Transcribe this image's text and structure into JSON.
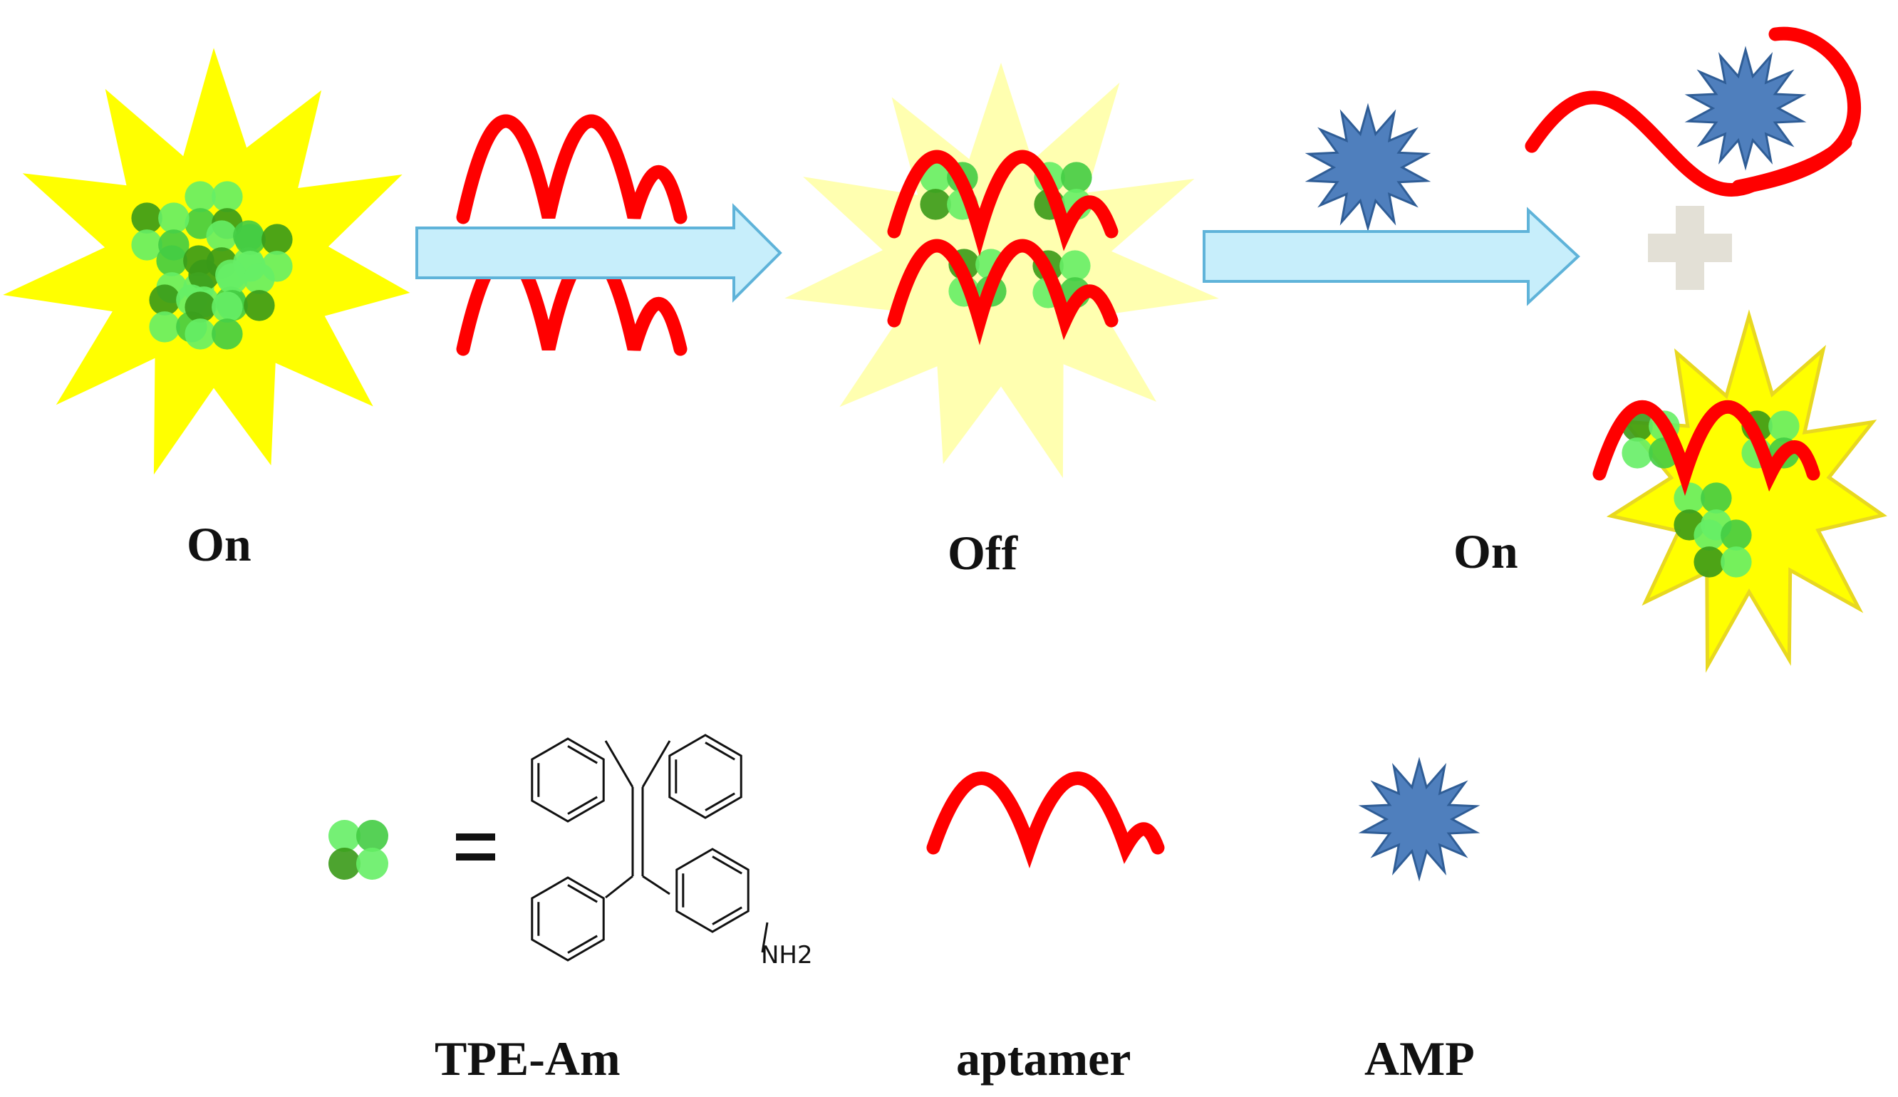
{
  "labels": {
    "state_initial": "On",
    "state_quenched": "Off",
    "state_restored": "On",
    "legend_tpe": "TPE-Am",
    "legend_aptamer": "aptamer",
    "legend_amp": "AMP",
    "equals": "=",
    "nh2": "NH2"
  },
  "colors": {
    "glow_bright": "#ffff00",
    "glow_pale": "#ffffb0",
    "glow_outline": "#e8d820",
    "aptamer": "#ff0000",
    "amp": "#4f7fbd",
    "amp_outline": "#2f5d96",
    "arrow_fill": "#c7eefb",
    "arrow_stroke": "#5fb3d9",
    "tpe_light": "#66ee66",
    "tpe_mid": "#44cc44",
    "tpe_dark": "#3a9a18",
    "plus": "#e3e0d6"
  },
  "icons": {
    "tpe_cluster": "four-leaf-clover-icon",
    "aptamer_strand": "wave-icon",
    "amp_molecule": "star-burst-icon",
    "reaction_arrow": "right-arrow-icon",
    "plus_sign": "plus-icon"
  }
}
